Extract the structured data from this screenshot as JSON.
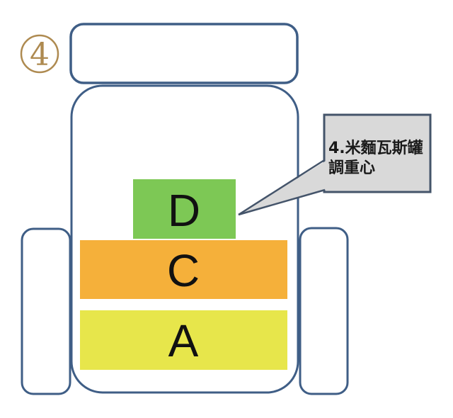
{
  "page": {
    "background": "#ffffff"
  },
  "badge": {
    "number": "4",
    "color": "#AE8A50"
  },
  "outline": {
    "color": "#3F5E86"
  },
  "blocks": [
    {
      "id": "D",
      "label": "D",
      "color": "#7DC855"
    },
    {
      "id": "C",
      "label": "C",
      "color": "#F5B03A"
    },
    {
      "id": "A",
      "label": "A",
      "color": "#E7E64B"
    }
  ],
  "callout": {
    "line1": "4.米麵瓦斯罐",
    "line2": "調重心",
    "fill": "#D9D9D9",
    "border": "#44546A"
  }
}
